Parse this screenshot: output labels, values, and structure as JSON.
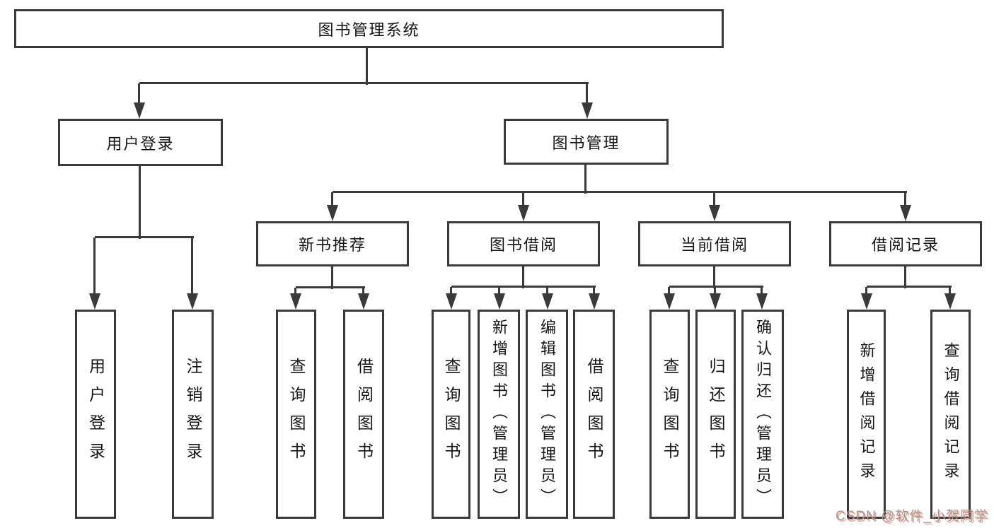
{
  "tree": {
    "root": {
      "label": "图书管理系统"
    },
    "level1": {
      "user_login": {
        "label": "用户登录"
      },
      "book_mgmt": {
        "label": "图书管理"
      }
    },
    "level2": {
      "new_book_rec": {
        "label": "新书推荐"
      },
      "book_borrow": {
        "label": "图书借阅"
      },
      "current_borrow": {
        "label": "当前借阅"
      },
      "borrow_record": {
        "label": "借阅记录"
      }
    },
    "leaves": {
      "user_login_leaf": {
        "label": "用户登录"
      },
      "logout": {
        "label": "注销登录"
      },
      "rec_query_book": {
        "label": "查询图书"
      },
      "rec_borrow_book": {
        "label": "借阅图书"
      },
      "bb_query_book": {
        "label": "查询图书"
      },
      "bb_add_book": {
        "label": "新增图书（管理员）"
      },
      "bb_edit_book": {
        "label": "编辑图书（管理员）"
      },
      "bb_borrow_book": {
        "label": "借阅图书"
      },
      "cb_query_book": {
        "label": "查询图书"
      },
      "cb_return_book": {
        "label": "归还图书"
      },
      "cb_confirm_return": {
        "label": "确认归还（管理员）"
      },
      "br_add_record": {
        "label": "新增借阅记录"
      },
      "br_query_record": {
        "label": "查询借阅记录"
      }
    }
  },
  "watermark": {
    "text": "CSDN @软件_小贺同学"
  },
  "colors": {
    "line": "#3a3a3a",
    "text": "#151515",
    "background": "#ffffff",
    "watermark_text": "#9b9b9b",
    "watermark_shadow": "#fc5531"
  }
}
